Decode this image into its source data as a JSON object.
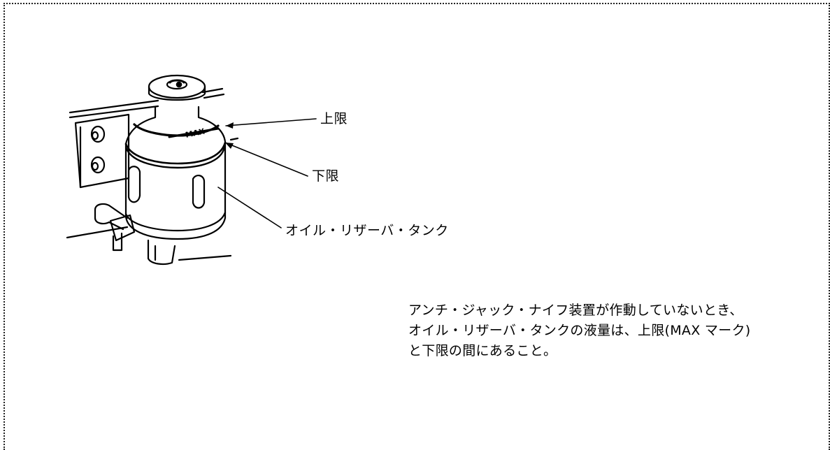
{
  "figure": {
    "max_mark_text": "MAX",
    "labels": {
      "upper_limit": "上限",
      "lower_limit": "下限",
      "oil_reservoir_tank": "オイル・リザーバ・タンク"
    }
  },
  "note": {
    "lines": [
      "アンチ・ジャック・ナイフ装置が作動していないとき、",
      "オイル・リザーバ・タンクの液量は、上限(MAX マーク)",
      "と下限の間にあること。"
    ]
  }
}
